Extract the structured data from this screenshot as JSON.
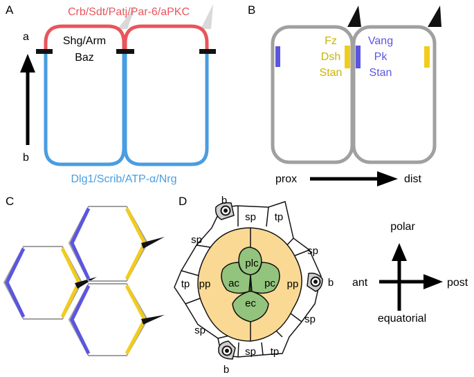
{
  "panels": {
    "a": {
      "letter": "A",
      "apical_label": "Crb/Sdt/Patj/Par-6/aPKC",
      "junction_label_1": "Shg/Arm",
      "junction_label_2": "Baz",
      "basolateral_label": "Dlg1/Scrib/ATP-α/Nrg",
      "axis_top": "a",
      "axis_bottom": "b",
      "colors": {
        "apical": "#e8555b",
        "basolateral": "#4a9de0"
      }
    },
    "b": {
      "letter": "B",
      "left_labels": [
        "Fz",
        "Dsh",
        "Stan"
      ],
      "right_labels": [
        "Vang",
        "Pk",
        "Stan"
      ],
      "axis_start": "prox",
      "axis_end": "dist",
      "colors": {
        "yellow": "#f2cc1b",
        "purple": "#5b55e0",
        "outline": "#a0a0a0"
      }
    },
    "c": {
      "letter": "C"
    },
    "d": {
      "letter": "D",
      "cells": {
        "plc": "plc",
        "ac": "ac",
        "pc": "pc",
        "ec": "ec",
        "pp": "pp",
        "sp": "sp",
        "tp": "tp",
        "b": "b"
      },
      "compass": {
        "top": "polar",
        "bottom": "equatorial",
        "left": "ant",
        "right": "post"
      },
      "colors": {
        "cone": "#93c47d",
        "pigment": "#fad994"
      }
    }
  }
}
